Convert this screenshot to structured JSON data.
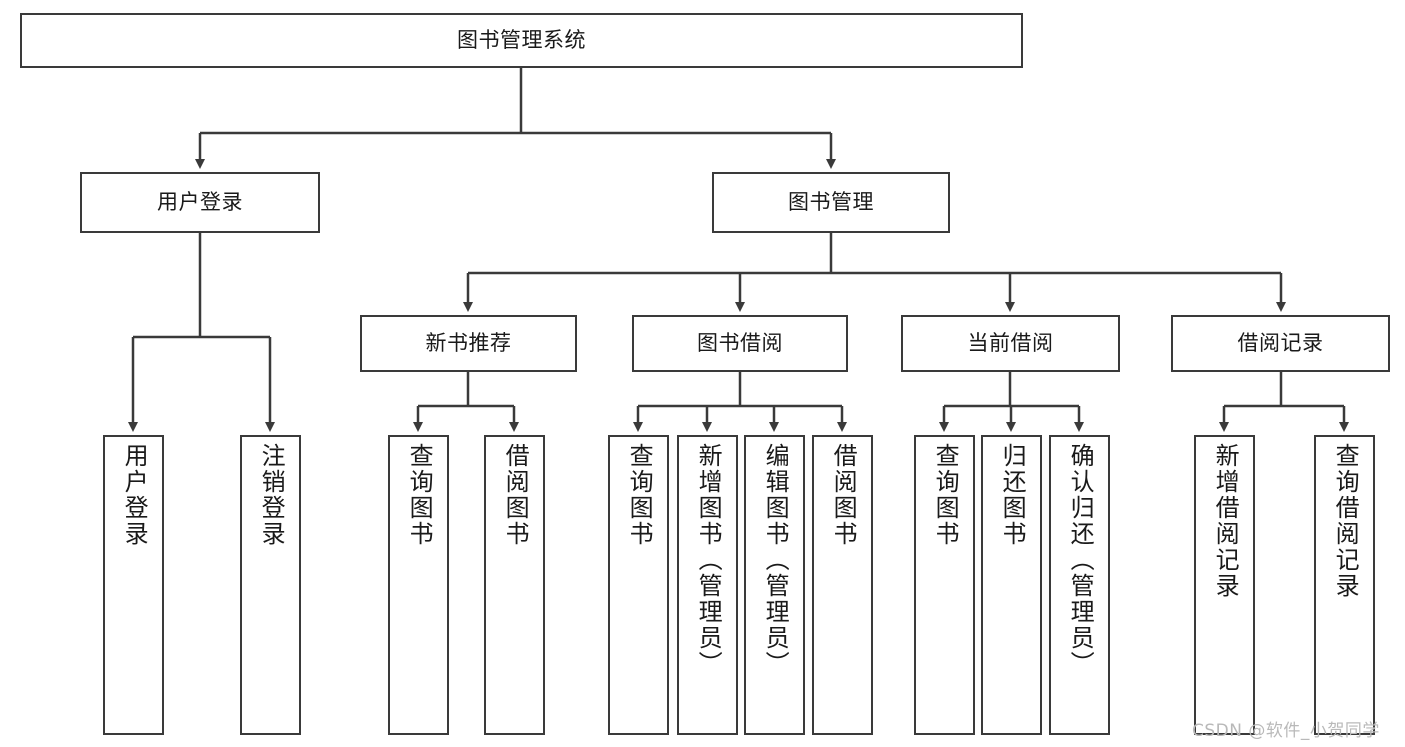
{
  "diagram": {
    "title": "图书管理系统",
    "type": "tree-hierarchy",
    "stroke_color": "#3a3a3a",
    "background_color": "#ffffff",
    "text_color": "#1a1a1a"
  },
  "nodes": {
    "root": {
      "label": "图书管理系统",
      "level": 0
    },
    "l1": [
      {
        "label": "用户登录",
        "level": 1
      },
      {
        "label": "图书管理",
        "level": 1
      }
    ],
    "l2": [
      {
        "label": "新书推荐",
        "level": 2
      },
      {
        "label": "图书借阅",
        "level": 2
      },
      {
        "label": "当前借阅",
        "level": 2
      },
      {
        "label": "借阅记录",
        "level": 2
      }
    ],
    "leaves": {
      "user_login": [
        {
          "label": "用户登录"
        },
        {
          "label": "注销登录"
        }
      ],
      "new_book_recommend": [
        {
          "label": "查询图书"
        },
        {
          "label": "借阅图书"
        }
      ],
      "book_borrow": [
        {
          "label": "查询图书"
        },
        {
          "label": "新增图书（管理员）"
        },
        {
          "label": "编辑图书（管理员）"
        },
        {
          "label": "借阅图书"
        }
      ],
      "current_borrow": [
        {
          "label": "查询图书"
        },
        {
          "label": "归还图书"
        },
        {
          "label": "确认归还（管理员）"
        }
      ],
      "borrow_records": [
        {
          "label": "新增借阅记录"
        },
        {
          "label": "查询借阅记录"
        }
      ]
    }
  },
  "watermark": {
    "text": "CSDN @软件_小贺同学"
  }
}
